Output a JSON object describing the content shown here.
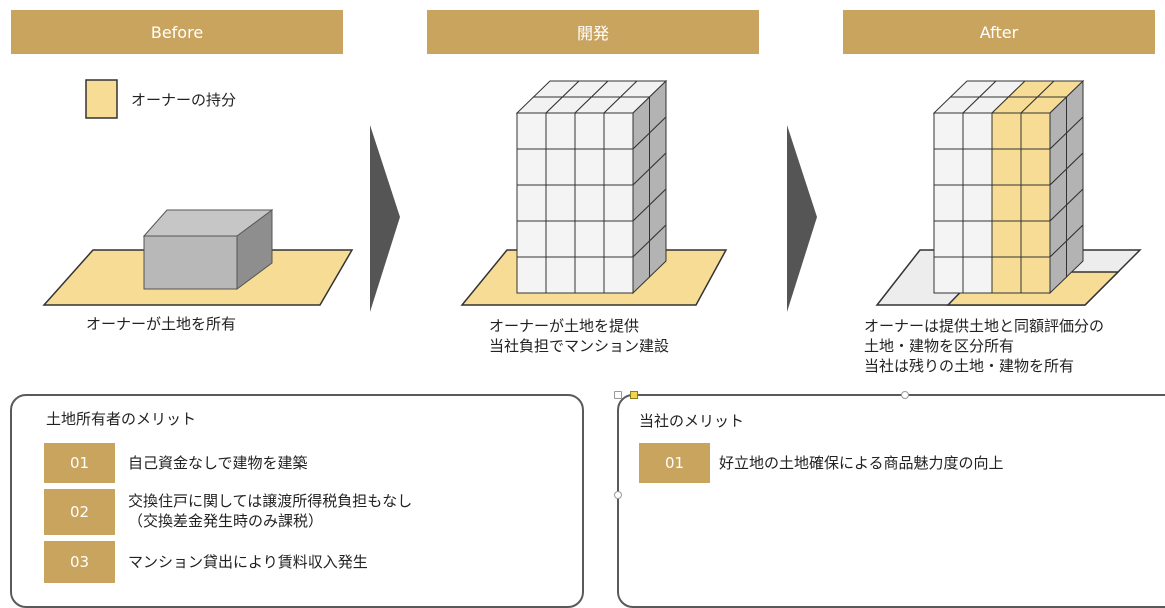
{
  "colors": {
    "gold": "#c9a45f",
    "owner_share": "#f7dc95",
    "arrow": "#555555",
    "building_block": "#b3b3b3"
  },
  "stages": [
    {
      "title": "Before"
    },
    {
      "title": "開発"
    },
    {
      "title": "After"
    }
  ],
  "legend": {
    "label": "オーナーの持分"
  },
  "captions": {
    "before": [
      "オーナーが土地を所有"
    ],
    "develop": [
      "オーナーが土地を提供",
      "当社負担でマンション建設"
    ],
    "after": [
      "オーナーは提供土地と同額評価分の",
      "土地・建物を区分所有",
      "当社は残りの土地・建物を所有"
    ]
  },
  "landowner_panel": {
    "title": "土地所有者のメリット",
    "items": [
      {
        "no": "01",
        "lines": [
          "自己資金なしで建物を建築"
        ]
      },
      {
        "no": "02",
        "lines": [
          "交換住戸に関しては譲渡所得税負担もなし",
          "（交換差金発生時のみ課税）"
        ]
      },
      {
        "no": "03",
        "lines": [
          "マンション貸出により賃料収入発生"
        ]
      }
    ]
  },
  "company_panel": {
    "title": "当社のメリット",
    "items": [
      {
        "no": "01",
        "lines": [
          "好立地の土地確保による商品魅力度の向上"
        ]
      }
    ]
  }
}
